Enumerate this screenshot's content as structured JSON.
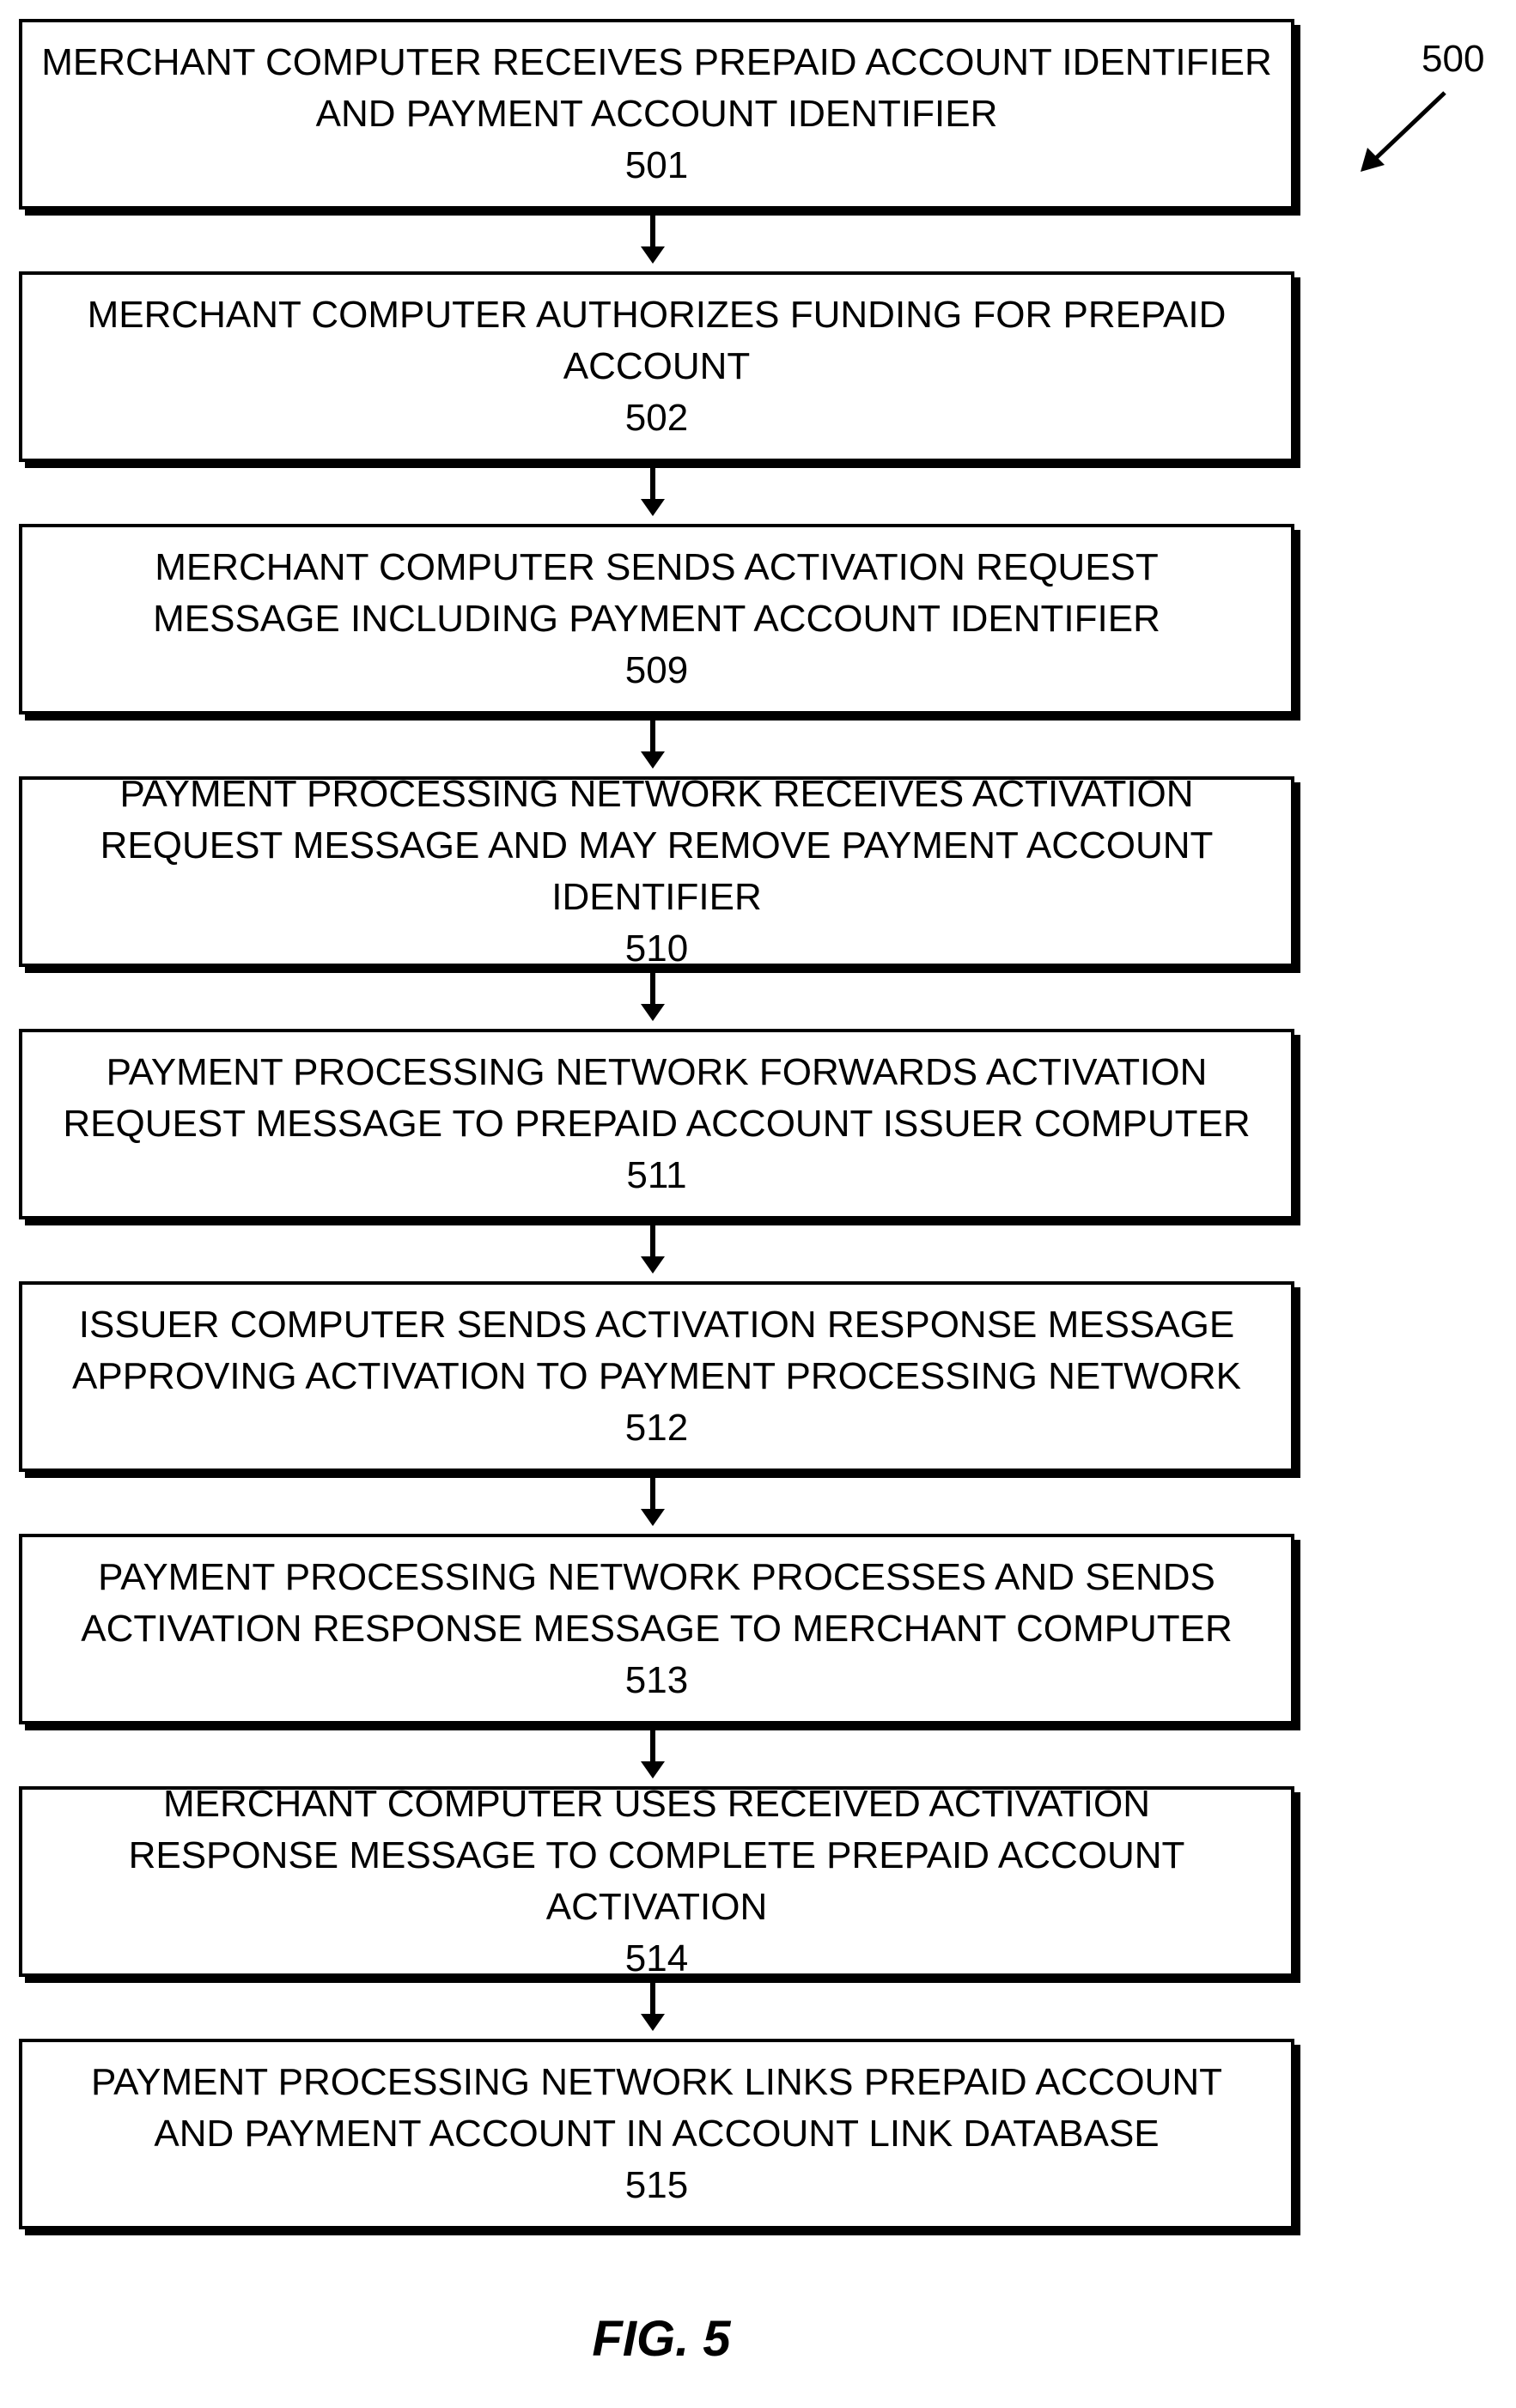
{
  "figure": {
    "reference_numeral": "500",
    "caption": "FIG. 5"
  },
  "steps": [
    {
      "text": "MERCHANT COMPUTER RECEIVES PREPAID ACCOUNT IDENTIFIER AND PAYMENT ACCOUNT IDENTIFIER",
      "number": "501"
    },
    {
      "text": "MERCHANT COMPUTER AUTHORIZES FUNDING FOR PREPAID ACCOUNT",
      "number": "502"
    },
    {
      "text": "MERCHANT COMPUTER SENDS ACTIVATION REQUEST MESSAGE INCLUDING PAYMENT ACCOUNT IDENTIFIER",
      "number": "509"
    },
    {
      "text": "PAYMENT PROCESSING NETWORK RECEIVES ACTIVATION REQUEST MESSAGE AND MAY REMOVE PAYMENT ACCOUNT IDENTIFIER",
      "number": "510"
    },
    {
      "text": "PAYMENT PROCESSING NETWORK FORWARDS ACTIVATION REQUEST MESSAGE TO PREPAID ACCOUNT ISSUER COMPUTER",
      "number": "511"
    },
    {
      "text": "ISSUER COMPUTER SENDS ACTIVATION RESPONSE MESSAGE APPROVING ACTIVATION TO PAYMENT PROCESSING NETWORK",
      "number": "512"
    },
    {
      "text": "PAYMENT PROCESSING NETWORK PROCESSES AND SENDS ACTIVATION RESPONSE MESSAGE TO MERCHANT COMPUTER",
      "number": "513"
    },
    {
      "text": "MERCHANT COMPUTER USES RECEIVED ACTIVATION RESPONSE MESSAGE TO COMPLETE PREPAID ACCOUNT ACTIVATION",
      "number": "514"
    },
    {
      "text": "PAYMENT PROCESSING NETWORK LINKS PREPAID ACCOUNT AND PAYMENT ACCOUNT IN ACCOUNT LINK DATABASE",
      "number": "515"
    }
  ]
}
